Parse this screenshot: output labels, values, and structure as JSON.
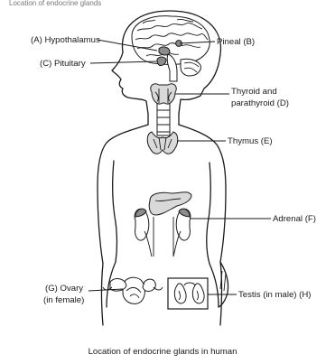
{
  "labels": {
    "hypothalamus": "(A) Hypothalamus",
    "pineal": "Pineal (B)",
    "pituitary": "(C) Pituitary",
    "thyroid_line1": "Thyroid and",
    "thyroid_line2": "parathyroid (D)",
    "thymus": "Thymus (E)",
    "adrenal": "Adrenal (F)",
    "ovary_line1": "(G) Ovary",
    "ovary_line2": "(in female)",
    "testis": "Testis (in male) (H)"
  },
  "caption": "Location of endocrine glands in human",
  "header_fragment": "Location of endocrine glands"
}
